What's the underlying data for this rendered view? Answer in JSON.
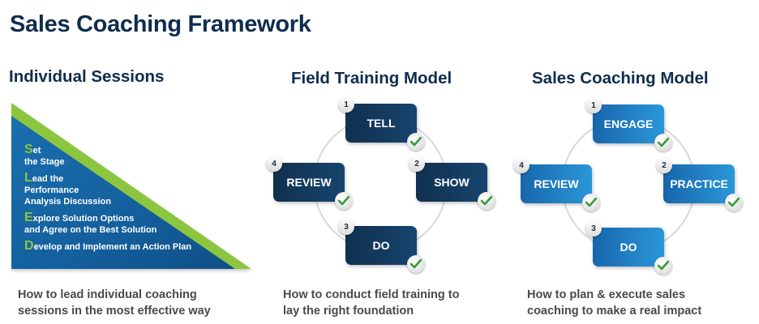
{
  "title": "Sales Coaching Framework",
  "colors": {
    "navy": "#0f2d4d",
    "green": "#8cc63f",
    "blue": "#1e7cc4",
    "check": "#3a9a3a"
  },
  "individual_sessions": {
    "heading": "Individual Sessions",
    "steps": [
      {
        "letter": "S",
        "rest_line1": "et",
        "line2": "the Stage"
      },
      {
        "letter": "L",
        "rest_line1": "ead the",
        "line2": "Performance",
        "line3": "Analysis Discussion"
      },
      {
        "letter": "E",
        "rest_line1": "xplore Solution Options",
        "line2": "and Agree on the Best Solution"
      },
      {
        "letter": "D",
        "rest_line1": "evelop and Implement an Action Plan"
      }
    ],
    "caption_line1": "How to lead individual coaching",
    "caption_line2": "sessions in the most effective way"
  },
  "field_training": {
    "heading": "Field Training Model",
    "steps": [
      {
        "number": "1",
        "label": "TELL",
        "icon": "check-icon"
      },
      {
        "number": "2",
        "label": "SHOW",
        "icon": "check-icon"
      },
      {
        "number": "3",
        "label": "DO",
        "icon": "check-icon"
      },
      {
        "number": "4",
        "label": "REVIEW",
        "icon": "check-icon"
      }
    ],
    "caption_line1": "How to conduct field training to",
    "caption_line2": "lay the right foundation"
  },
  "sales_coaching": {
    "heading": "Sales Coaching Model",
    "steps": [
      {
        "number": "1",
        "label": "ENGAGE",
        "icon": "check-icon"
      },
      {
        "number": "2",
        "label": "PRACTICE",
        "icon": "check-icon"
      },
      {
        "number": "3",
        "label": "DO",
        "icon": "check-icon"
      },
      {
        "number": "4",
        "label": "REVIEW",
        "icon": "check-icon"
      }
    ],
    "caption_line1": "How to plan & execute sales",
    "caption_line2": "coaching to make a real impact"
  }
}
